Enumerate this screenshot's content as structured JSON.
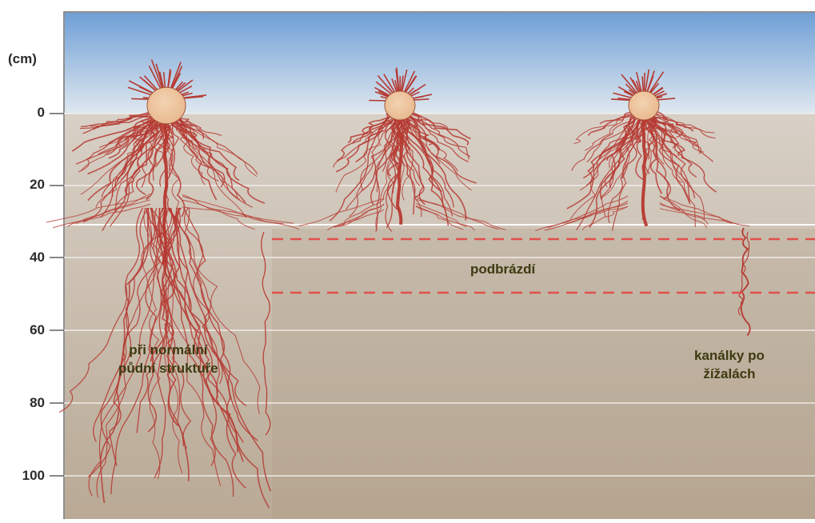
{
  "diagram": {
    "unit_label": "(cm)",
    "depth_ticks": [
      "0",
      "20",
      "40",
      "60",
      "80",
      "100"
    ],
    "labels": {
      "subsoil": "podbrázdí",
      "normal_line1": "při normální",
      "normal_line2": "půdní struktuře",
      "earthworm_line1": "kanálky po",
      "earthworm_line2": "žížalách"
    },
    "plants": [
      {
        "name": "plant-normal-structure"
      },
      {
        "name": "plant-middle"
      },
      {
        "name": "plant-earthworm-channels"
      }
    ],
    "colors": {
      "sky_top": "#6f9fd6",
      "sky_bottom": "#dfe8ef",
      "soil_top": "#d8d0c6",
      "soil_bottom": "#b9a995",
      "root": "#b53a32",
      "bulb": "#e8b98f",
      "dashed_line": "#e0504a",
      "grid_line": "#f4f1ec"
    }
  }
}
